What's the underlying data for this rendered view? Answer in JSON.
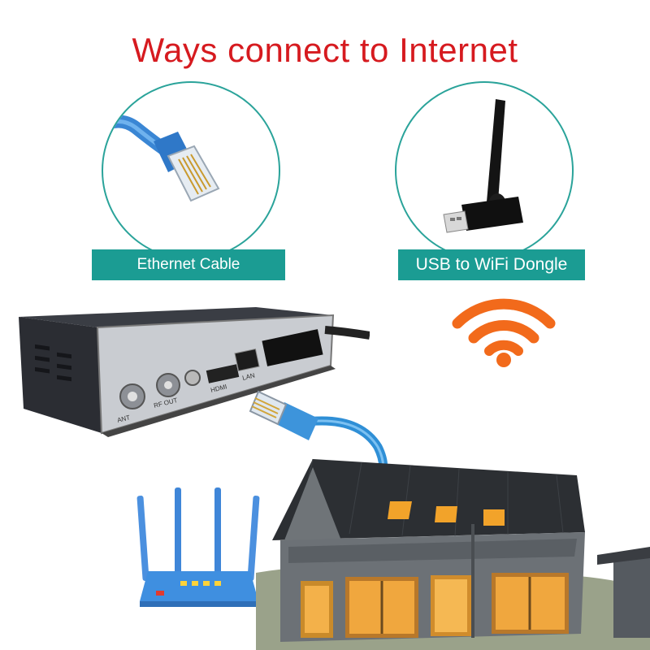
{
  "title": "Ways connect to Internet",
  "options": [
    {
      "label": "Ethernet Cable",
      "icon": "ethernet-cable-icon"
    },
    {
      "label": "USB to WiFi Dongle",
      "icon": "usb-wifi-dongle-icon"
    }
  ],
  "device": {
    "port_labels": [
      "ANT",
      "RF OUT",
      "HDMI",
      "LAN"
    ]
  },
  "colors": {
    "title": "#d61a1f",
    "label_bg": "#1b9c93",
    "circle_border": "#2aa39a",
    "wifi_signal": "#f26a1b",
    "cable_blue": "#2f8fd6",
    "router_blue": "#3f8fe0"
  }
}
